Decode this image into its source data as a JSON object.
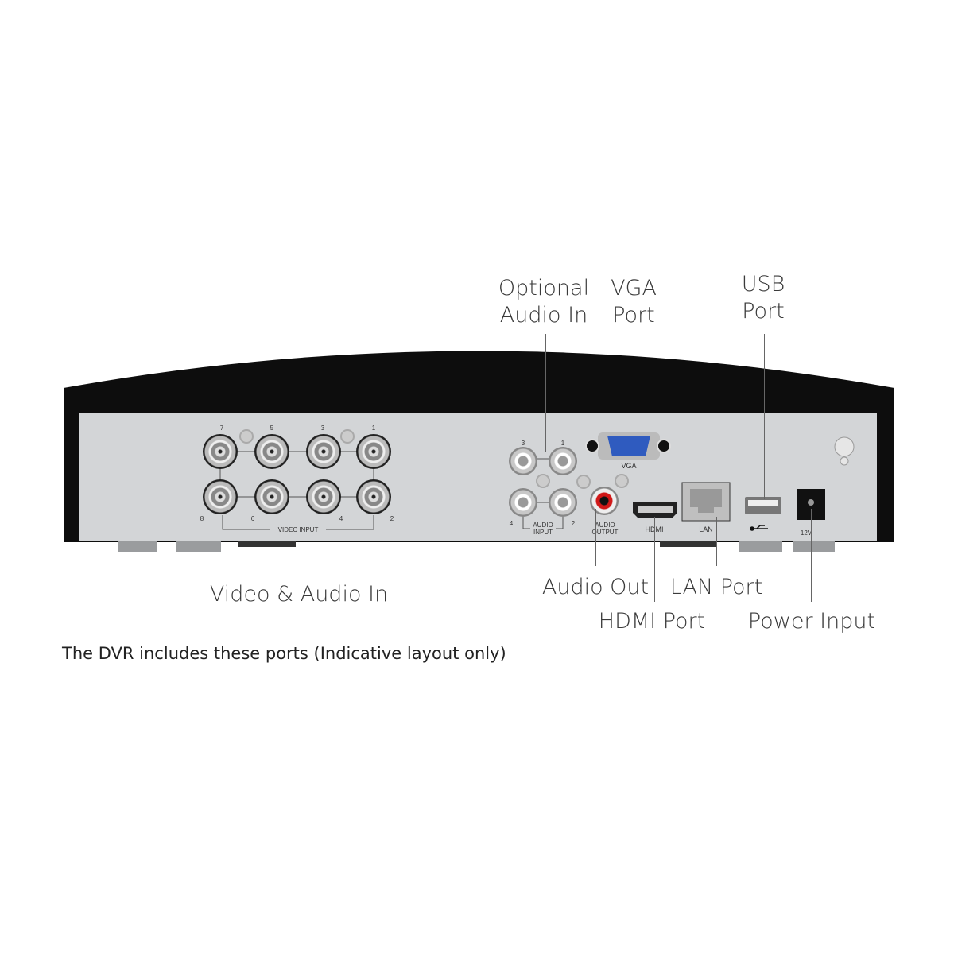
{
  "callouts": {
    "optional_audio_in": [
      "Optional",
      "Audio In"
    ],
    "vga_port": [
      "VGA",
      "Port"
    ],
    "usb_port": [
      "USB",
      "Port"
    ],
    "video_audio_in": "Video & Audio In",
    "audio_out": "Audio Out",
    "hdmi_port": "HDMI Port",
    "lan_port": "LAN Port",
    "power_input": "Power Input"
  },
  "panel_labels": {
    "video_numbers_top": [
      "7",
      "5",
      "3",
      "1"
    ],
    "video_numbers_bottom": [
      "8",
      "6",
      "4",
      "2"
    ],
    "video_input": "VIDEC INPUT",
    "audio_numbers": [
      "3",
      "1",
      "4",
      "2"
    ],
    "audio_input": [
      "AUDIO",
      "INPUT"
    ],
    "audio_output": [
      "AUDIO",
      "OUTPUT"
    ],
    "vga": "VGA",
    "hdmi": "HDMI",
    "lan": "LAN",
    "power": "12V"
  },
  "caption": "The DVR includes these ports (Indicative layout only)"
}
